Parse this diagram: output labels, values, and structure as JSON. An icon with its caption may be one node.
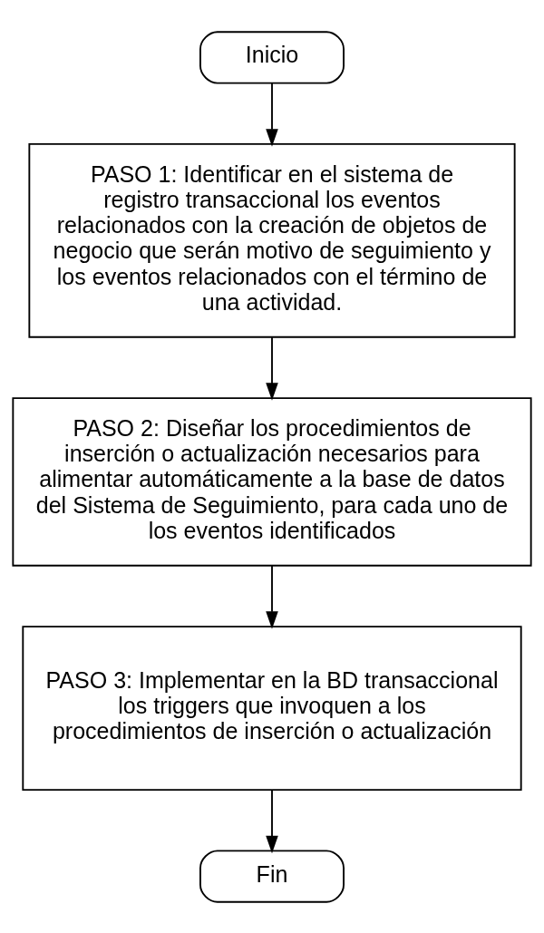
{
  "diagram": {
    "nodes": [
      {
        "text": [
          "Inicio"
        ]
      },
      {
        "text": [
          "PASO 1: Identificar en el sistema de registro transaccional los eventos relacionados con la creación de objetos de negocio que serán motivo de seguimiento y los eventos relacionados con el término de una actividad."
        ]
      },
      {
        "text": [
          "PASO 2: Diseñar los procedimientos de inserción o actualización necesarios para alimentar automáticamente a la base de datos del Sistema de Seguimiento, para cada uno de los eventos identificados"
        ]
      },
      {
        "text": [
          "PASO 3: Implementar en la BD transaccional los triggers que invoquen a los procedimientos de inserción o actualización"
        ]
      },
      {
        "text": [
          "Fin"
        ]
      }
    ],
    "edges": [
      {
        "from": 0,
        "to": 1,
        "arrow": "to"
      },
      {
        "from": 1,
        "to": 2,
        "arrow": "to"
      },
      {
        "from": 2,
        "to": 3,
        "arrow": "to"
      },
      {
        "from": 3,
        "to": 4,
        "arrow": "to"
      }
    ]
  }
}
